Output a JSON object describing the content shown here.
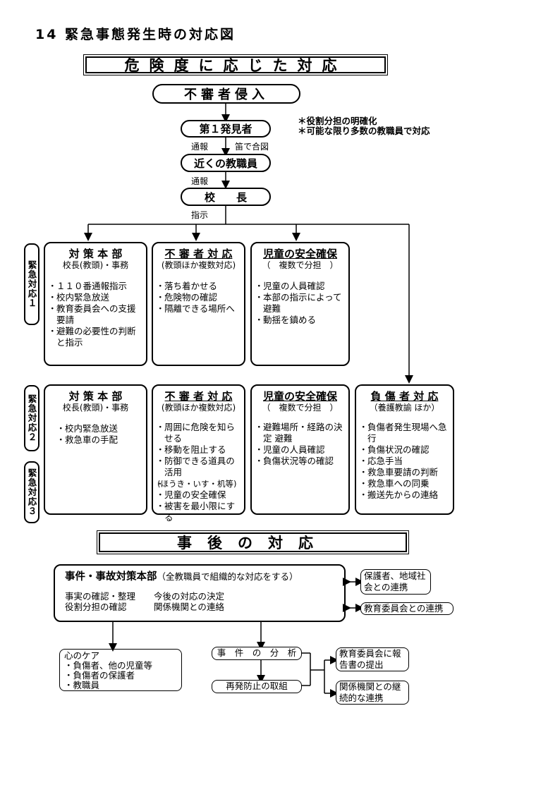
{
  "page_title": "14 緊急事態発生時の対応図",
  "section1_title": "危険度に応じた対応",
  "intrusion": "不審者侵入",
  "first_finder": "第１発見者",
  "notes": [
    "＊役割分担の明確化",
    "＊可能な限り多数の教職員で対応"
  ],
  "report_label": "通報",
  "whistle_label": "笛で合図",
  "nearby_staff": "近くの教職員",
  "report_label2": "通報",
  "principal": "校　　長",
  "instruct_label": "指示",
  "side_labels": {
    "e1": "緊急対応１",
    "e2": "緊急対応２",
    "e3": "緊急対応３"
  },
  "row1": [
    {
      "title": "対 策 本 部",
      "sub": "校長(教頭)・事務",
      "items": [
        "１１０番通報指示",
        "校内緊急放送",
        "教育委員会への支援要請",
        "避難の必要性の判断と指示"
      ]
    },
    {
      "title": "不 審 者 対 応",
      "sub": "(教頭ほか複数対応)",
      "items": [
        "落ち着かせる",
        "危険物の確認",
        "隔離できる場所へ"
      ]
    },
    {
      "title": "児童の安全確保",
      "sub": "（　複数で分担　）",
      "items": [
        "児童の人員確認",
        "本部の指示によって避難",
        "動揺を鎮める"
      ]
    }
  ],
  "row2": [
    {
      "title": "対 策 本 部",
      "sub": "校長(教頭)・事務",
      "items": [
        "校内緊急放送",
        "救急車の手配"
      ]
    },
    {
      "title": "不 審 者 対 応",
      "sub": "(教頭ほか複数対応)",
      "items": [
        "周囲に危険を知らせる",
        "移動を阻止する",
        "防御できる道具の活用",
        "(ほうき・いす・机等)",
        "児童の安全確保",
        "被害を最小限にする"
      ]
    },
    {
      "title": "児童の安全確保",
      "sub": "（　複数で分担　）",
      "items": [
        "避難場所・経路の決定 避難",
        "児童の人員確認",
        "負傷状況等の確認"
      ]
    },
    {
      "title": "負 傷 者 対 応",
      "sub": "（養護教諭 ほか）",
      "items": [
        "負傷者発生現場へ急行",
        "負傷状況の確認",
        "応急手当",
        "救急車要請の判断",
        "救急車への同乗",
        "搬送先からの連絡"
      ]
    }
  ],
  "section2_title": "事後の対応",
  "hq": {
    "title": "事件・事故対策本部",
    "title_note": "（全教職員で組織的な対応をする）",
    "col1": [
      "事実の確認・整理",
      "役割分担の確認"
    ],
    "col2": [
      "今後の対応の決定",
      "関係機関との連絡"
    ]
  },
  "liaison1": "保護者、地域社会との連携",
  "liaison2": "教育委員会との連携",
  "care": {
    "title": "心のケア",
    "items": [
      "負傷者、他の児童等",
      "負傷者の保護者",
      "教職員"
    ]
  },
  "analysis": "事　件　の　分　析",
  "prevention": "再発防止の取組",
  "report_box": "教育委員会に報告書の提出",
  "cont_box": "関係機関との継続的な連携"
}
